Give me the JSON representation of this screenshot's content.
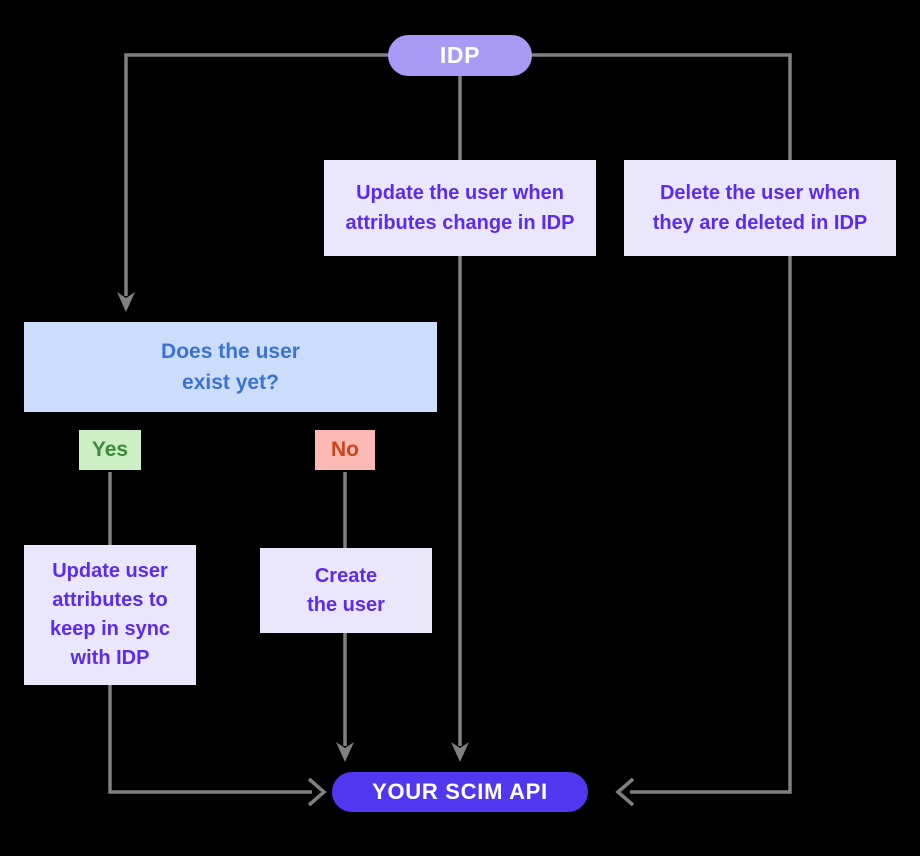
{
  "diagram": {
    "title": "SCIM provisioning flow",
    "background_color": "#000000",
    "wire_color": "#808080",
    "nodes": {
      "idp": {
        "label": "IDP",
        "fill": "#A99BF5",
        "text_color": "#FFFFFF",
        "shape": "pill"
      },
      "scim_api": {
        "label": "YOUR SCIM API",
        "fill": "#5138F0",
        "text_color": "#FFFFFF",
        "shape": "pill"
      },
      "update_on_change": {
        "label": "Update the user when\nattributes change in IDP",
        "fill": "#EAE7FC",
        "text_color": "#5B2BEE",
        "shape": "rect"
      },
      "delete_on_delete": {
        "label": "Delete the user when\nthey are deleted in IDP",
        "fill": "#EAE7FC",
        "text_color": "#5B2BEE",
        "shape": "rect"
      },
      "decision": {
        "label": "Does the user\nexist yet?",
        "fill": "#CCDDFB",
        "text_color": "#3A73D4",
        "shape": "rect"
      },
      "yes_chip": {
        "label": "Yes",
        "fill": "#CCEFC3",
        "text_color": "#3F8A3A",
        "shape": "rect"
      },
      "no_chip": {
        "label": "No",
        "fill": "#FDB9B4",
        "text_color": "#C9451C",
        "shape": "rect"
      },
      "update_sync": {
        "label": "Update user\nattributes to\nkeep in sync\nwith IDP",
        "fill": "#EAE7FC",
        "text_color": "#5B2BEE",
        "shape": "rect"
      },
      "create_user": {
        "label": "Create\nthe user",
        "fill": "#EAE7FC",
        "text_color": "#5B2BEE",
        "shape": "rect"
      }
    },
    "edges": [
      {
        "from": "idp",
        "to": "decision",
        "style": "elbow-left-down",
        "arrowhead": "solid"
      },
      {
        "from": "idp",
        "to": "scim_api",
        "style": "straight-down-through-update-box",
        "arrowhead": "solid"
      },
      {
        "from": "idp",
        "to": "scim_api",
        "style": "elbow-right-down-left",
        "arrowhead": "open"
      },
      {
        "from": "yes_chip",
        "to": "update_sync",
        "style": "straight-down",
        "arrowhead": "none"
      },
      {
        "from": "no_chip",
        "to": "create_user",
        "style": "straight-down",
        "arrowhead": "none"
      },
      {
        "from": "update_sync",
        "to": "scim_api",
        "style": "elbow-down-right",
        "arrowhead": "open"
      },
      {
        "from": "create_user",
        "to": "scim_api",
        "style": "straight-down",
        "arrowhead": "solid"
      }
    ]
  }
}
